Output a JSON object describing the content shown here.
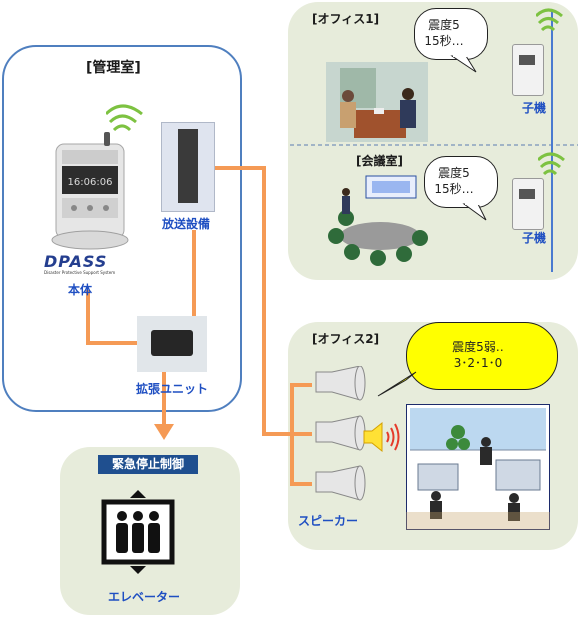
{
  "control_room": {
    "title": "[管理室]"
  },
  "main_unit": {
    "label": "本体",
    "logo": "DPASS",
    "logo_subtitle": "Disaster Protective Support System",
    "screen_text": "16:06:06"
  },
  "broadcast_equipment": {
    "label": "放送設備"
  },
  "expansion_unit": {
    "label": "拡張ユニット"
  },
  "emergency_control": {
    "badge": "緊急停止制御",
    "elevator_label": "エレベーター"
  },
  "office1": {
    "title": "[オフィス1]",
    "bubble_line1": "震度5",
    "bubble_line2": "15秒…",
    "slave_label": "子機"
  },
  "meeting_room": {
    "title": "[会議室]",
    "bubble_line1": "震度5",
    "bubble_line2": "15秒…",
    "slave_label": "子機"
  },
  "office2": {
    "title": "[オフィス2]",
    "bubble_line1": "震度5弱‥",
    "bubble_line2": "3･2･1･0",
    "speaker_label": "スピーカー"
  },
  "colors": {
    "panel": "#e7ecdb",
    "border_blue": "#4f7fbf",
    "connector": "#f59a55",
    "label_blue": "#1f4fc2",
    "bubble_yellow": "#ffff00",
    "wave_green": "#7dc241",
    "badge_blue": "#1f4f8f"
  }
}
